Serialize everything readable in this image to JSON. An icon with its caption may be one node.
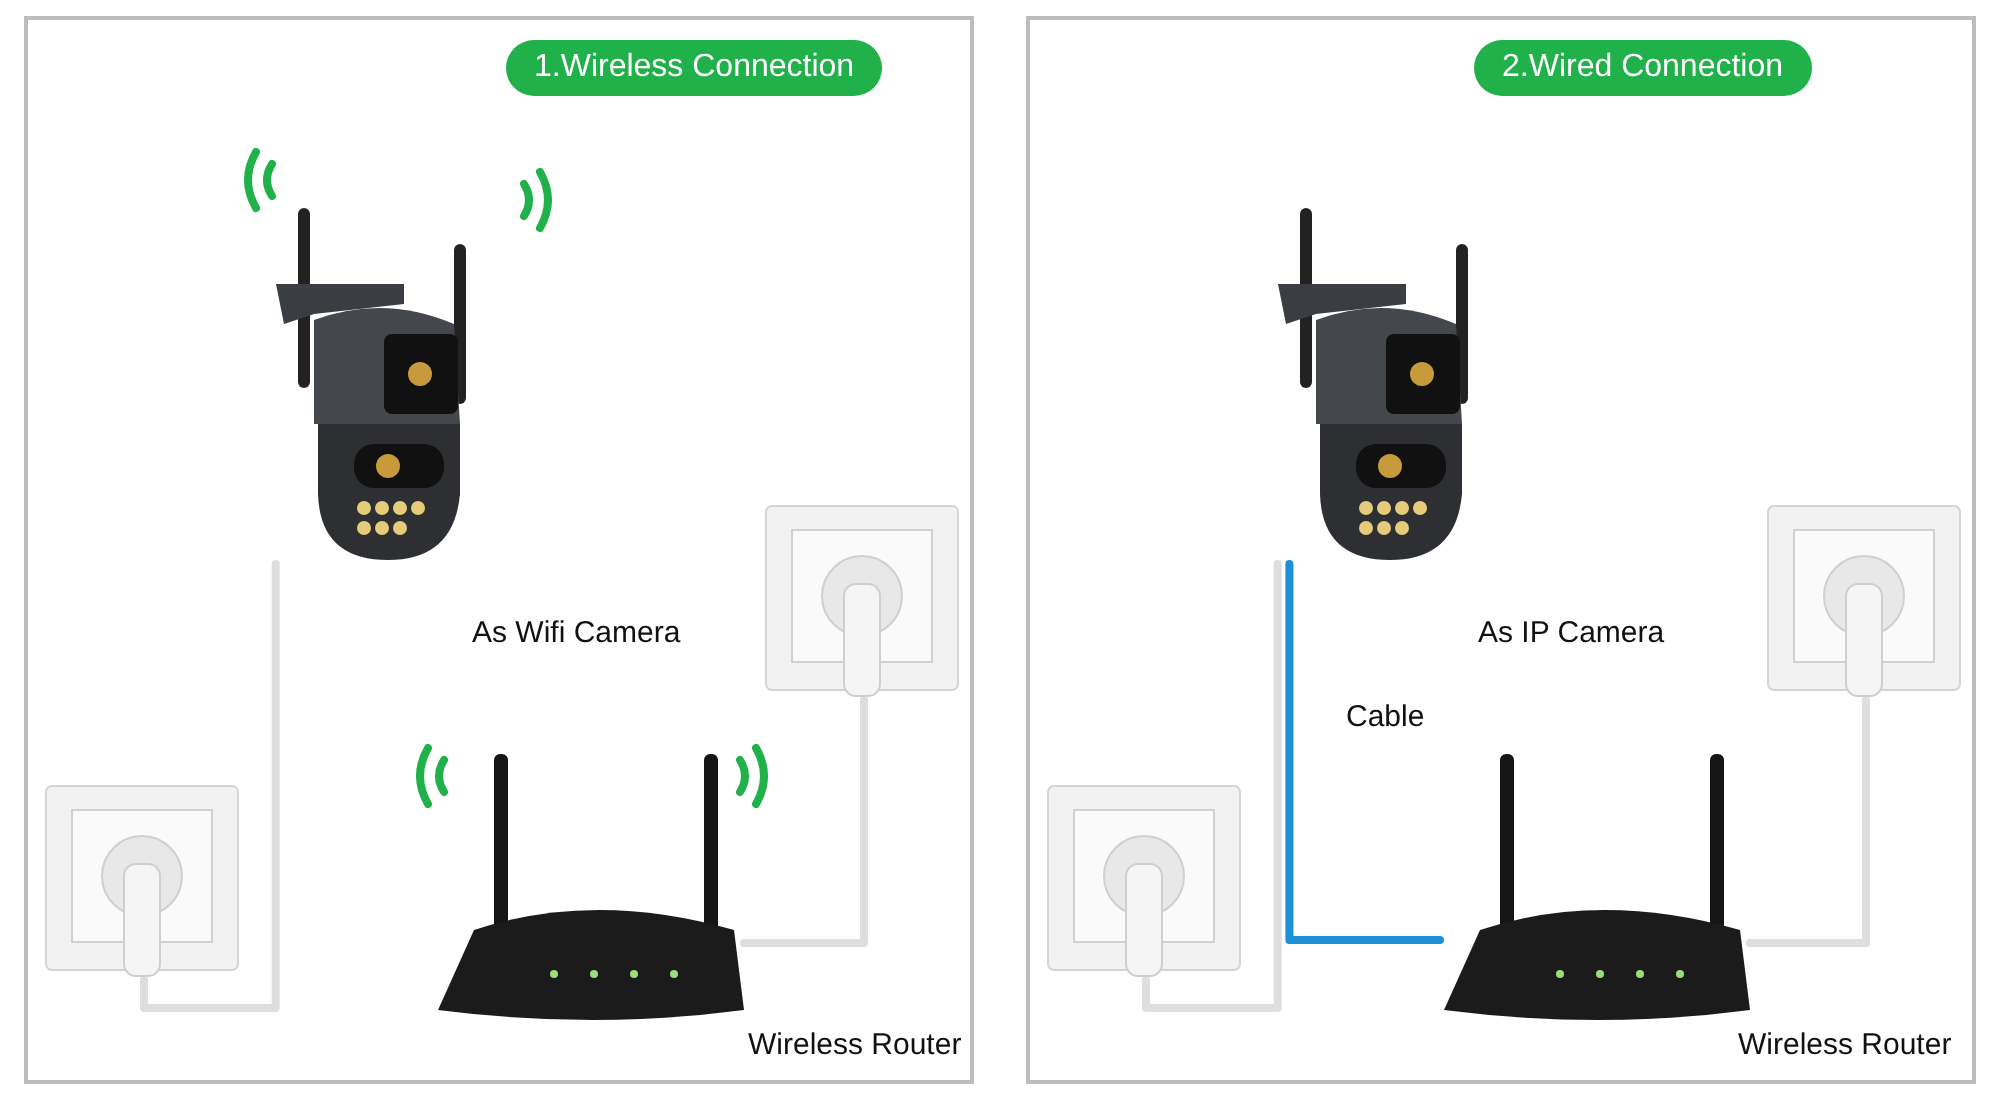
{
  "diagram": {
    "nodes": [
      {
        "text": [
          "1.Wireless Connection"
        ]
      },
      {
        "text": [],
        "shape": "picture",
        "in": 0,
        "beside": [
          "As Wifi Camera"
        ]
      },
      {
        "text": [],
        "shape": "picture",
        "in": 0
      },
      {
        "text": [],
        "shape": "picture",
        "in": 0,
        "beside": [
          "Wireless Router"
        ]
      },
      {
        "text": [],
        "shape": "picture",
        "in": 0
      },
      {
        "text": [
          "2.Wired Connection"
        ]
      },
      {
        "text": [],
        "shape": "picture",
        "in": 5,
        "beside": [
          "As IP Camera"
        ]
      },
      {
        "text": [],
        "shape": "picture",
        "in": 5
      },
      {
        "text": [],
        "shape": "picture",
        "in": 5,
        "beside": [
          "Wireless Router"
        ]
      },
      {
        "text": [],
        "shape": "picture",
        "in": 5
      }
    ],
    "edges": [
      {
        "from": 1,
        "to": 2,
        "arrow": "none"
      },
      {
        "from": 3,
        "to": 4,
        "arrow": "none"
      },
      {
        "from": 6,
        "to": 7,
        "arrow": "none"
      },
      {
        "from": 6,
        "to": 8,
        "arrow": "none",
        "label": "Cable",
        "color": "#1e90d8"
      },
      {
        "from": 8,
        "to": 9,
        "arrow": "none"
      }
    ]
  }
}
